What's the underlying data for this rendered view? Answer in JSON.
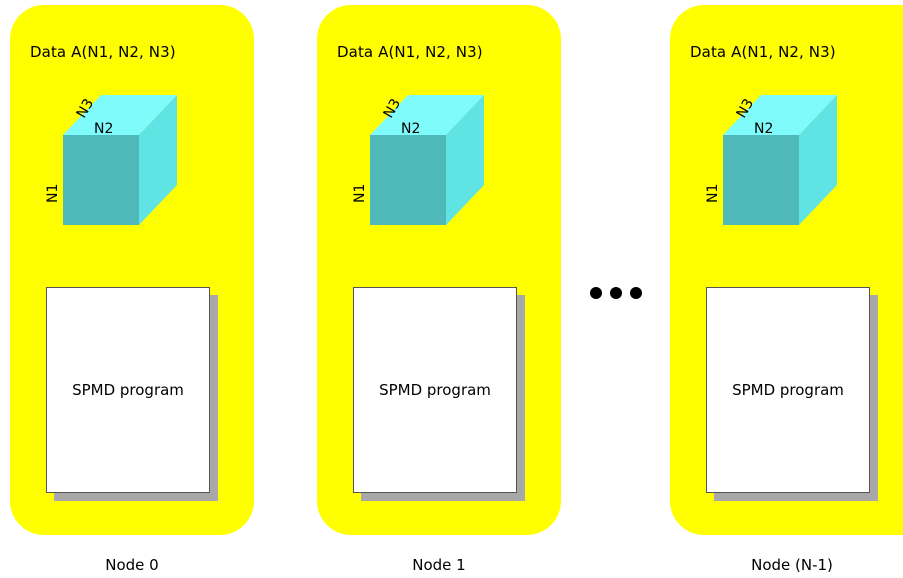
{
  "colors": {
    "node_fill": "#ffff00",
    "cube_front": "#4fb8b8",
    "cube_top": "#7ffbfb",
    "cube_side": "#5fe3e3",
    "program_fill": "#ffffff",
    "program_shadow": "#a8a8a8"
  },
  "nodes": [
    {
      "title": "Data  A(N1, N2, N3)",
      "labels": {
        "n1": "N1",
        "n2": "N2",
        "n3": "N3"
      },
      "program": "SPMD program",
      "caption": "Node 0"
    },
    {
      "title": "Data  A(N1, N2, N3)",
      "labels": {
        "n1": "N1",
        "n2": "N2",
        "n3": "N3"
      },
      "program": "SPMD program",
      "caption": "Node 1"
    },
    {
      "title": "Data  A(N1, N2, N3)",
      "labels": {
        "n1": "N1",
        "n2": "N2",
        "n3": "N3"
      },
      "program": "SPMD program",
      "caption": "Node (N-1)"
    }
  ],
  "ellipsis_icon": "ellipsis-dots-icon"
}
